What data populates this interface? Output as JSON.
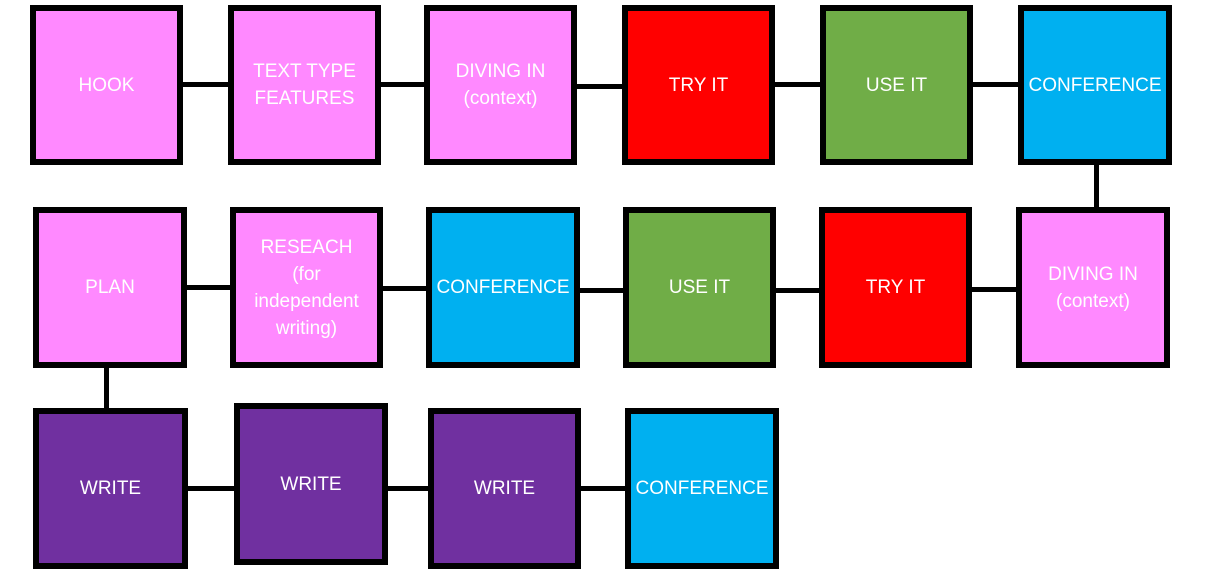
{
  "colors": {
    "intro": "#ff89ff",
    "try_it": "#ff0000",
    "use_it": "#70ad47",
    "conference": "#00b0f0",
    "write": "#7030a0",
    "border": "#000000"
  },
  "rows": [
    {
      "boxes": [
        {
          "label": "HOOK",
          "color": "#ff89ff"
        },
        {
          "label": "TEXT TYPE\nFEATURES",
          "color": "#ff89ff"
        },
        {
          "label": "DIVING IN\n(context)",
          "color": "#ff89ff"
        },
        {
          "label": "TRY IT",
          "color": "#ff0000"
        },
        {
          "label": "USE IT",
          "color": "#70ad47"
        },
        {
          "label": "CONFERENCE",
          "color": "#00b0f0"
        }
      ]
    },
    {
      "boxes": [
        {
          "label": "PLAN",
          "color": "#ff89ff"
        },
        {
          "label": "RESEACH\n(for\nindependent\nwriting)",
          "color": "#ff89ff"
        },
        {
          "label": "CONFERENCE",
          "color": "#00b0f0"
        },
        {
          "label": "USE IT",
          "color": "#70ad47"
        },
        {
          "label": "TRY IT",
          "color": "#ff0000"
        },
        {
          "label": "DIVING IN\n(context)",
          "color": "#ff89ff"
        }
      ]
    },
    {
      "boxes": [
        {
          "label": "WRITE",
          "color": "#7030a0"
        },
        {
          "label": "WRITE",
          "color": "#7030a0"
        },
        {
          "label": "WRITE",
          "color": "#7030a0"
        },
        {
          "label": "CONFERENCE",
          "color": "#00b0f0"
        }
      ]
    }
  ]
}
